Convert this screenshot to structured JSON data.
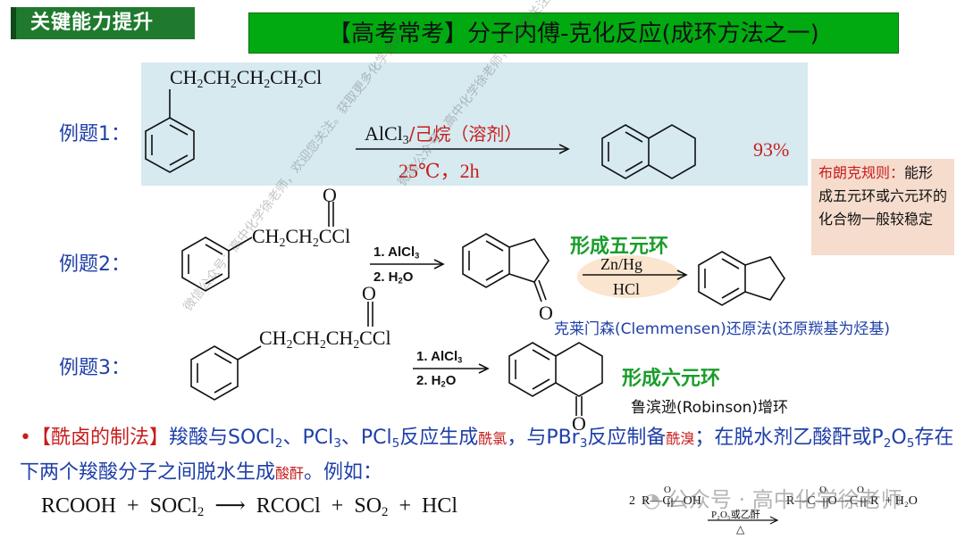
{
  "header": {
    "badge": "关键能力提升",
    "title": "【高考常考】分子内傅-克化反应(成环方法之一)"
  },
  "example1": {
    "label": "例题1：",
    "reactant_chain": [
      "CH",
      "2",
      "CH",
      "2",
      "CH",
      "2",
      "CH",
      "2",
      "Cl"
    ],
    "reagent_main": "AlCl",
    "reagent_sub": "3",
    "reagent_solvent": "/己烷（溶剂）",
    "condition": "25℃，2h",
    "yield": "93%"
  },
  "example2": {
    "label": "例题2：",
    "chain": [
      "CH",
      "2",
      "CH",
      "2",
      "CCl"
    ],
    "carbonyl_o": "O",
    "step1": "1. AlCl",
    "step1_sub": "3",
    "step2": "2. H",
    "step2_sub": "2",
    "step2_end": "O",
    "product_o": "O",
    "ring_note": "形成五元环",
    "reduction_reagent": "Zn/Hg",
    "reduction_cond": "HCl",
    "clemmensen": "克莱门森(Clemmensen)还原法(还原羰基为烃基)"
  },
  "example3": {
    "label": "例题3：",
    "chain": [
      "CH",
      "2",
      "CH",
      "2",
      "CH",
      "2",
      "CCl"
    ],
    "carbonyl_o": "O",
    "step1": "1. AlCl",
    "step1_sub": "3",
    "step2": "2. H",
    "step2_sub": "2",
    "step2_end": "O",
    "product_o": "O",
    "ring_note": "形成六元环",
    "robinson": "鲁滨逊(Robinson)增环"
  },
  "rule": {
    "title": "布朗克规则：",
    "text": "能形成五元环或六元环的化合物一般较稳定"
  },
  "paragraph": {
    "bullet": "•",
    "head": "【酰卤的制法】",
    "t1": "羧酸与SOCl",
    "t1_sub": "2",
    "t2": "、PCl",
    "t2_sub": "3",
    "t3": "、PCl",
    "t3_sub": "5",
    "t4": "反应生成",
    "p1": "酰氯",
    "t5": "，与PBr",
    "t5_sub": "3",
    "t6": "反应制备",
    "p2": "酰溴",
    "t7": "；在脱水剂乙酸酐或P",
    "t7_sub1": "2",
    "t7_mid": "O",
    "t7_sub2": "5",
    "t8": "存在下两个羧酸分子之间脱水生成",
    "p3": "酸酐",
    "t9": "。例如："
  },
  "equation1": {
    "lhs1": "RCOOH",
    "plus1": "+",
    "lhs2": "SOCl",
    "lhs2_sub": "2",
    "arrow": "⟶",
    "rhs1": "RCOCl",
    "plus2": "+",
    "rhs2": "SO",
    "rhs2_sub": "2",
    "plus3": "+",
    "rhs3": "HCl"
  },
  "equation2": {
    "coef": "2",
    "reactant": "R—C—OH",
    "cond_top": "P₂O₅或乙酐",
    "cond_bottom": "△",
    "product": "R—C—O—C—R",
    "plus": "+",
    "water": "H₂O",
    "o": "O"
  },
  "watermark": {
    "main": "公众号 · 高中化学徐老师",
    "diag": "微信公众号：高中化学徐老师，欢迎您关注。获取更多化学资讯"
  }
}
